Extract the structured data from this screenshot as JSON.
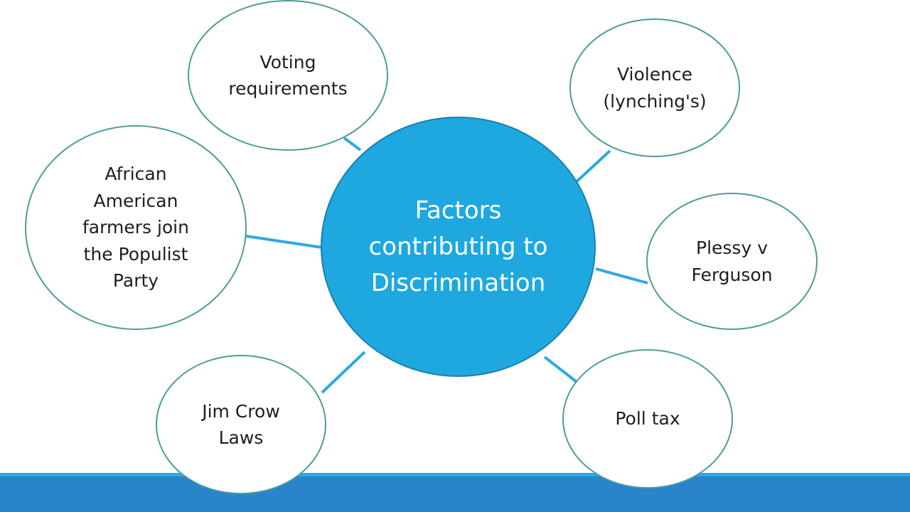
{
  "diagram": {
    "center": {
      "label": "Factors contributing to Discrimination"
    },
    "nodes": {
      "voting": "Voting requirements",
      "violence": "Violence (lynching's)",
      "farmers": "African American farmers join the Populist Party",
      "plessy": "Plessy v Ferguson",
      "jimcrow": "Jim Crow Laws",
      "polltax": "Poll tax"
    }
  },
  "colors": {
    "center_fill": "#1fa8e0",
    "node_border": "#4e9c99",
    "connector": "#2fa9e0",
    "footer": "#2a84c9"
  }
}
